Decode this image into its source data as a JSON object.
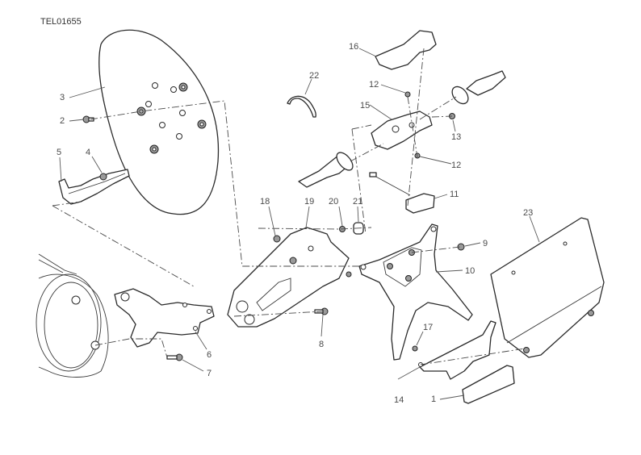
{
  "diagram": {
    "drawing_code": "TEL01655",
    "callouts": [
      {
        "id": "1",
        "part": "reflector"
      },
      {
        "id": "2",
        "part": "screw"
      },
      {
        "id": "3",
        "part": "rear-mudguard-plate"
      },
      {
        "id": "4",
        "part": "screw"
      },
      {
        "id": "5",
        "part": "bracket"
      },
      {
        "id": "6",
        "part": "rear-subframe-bracket"
      },
      {
        "id": "7",
        "part": "screw"
      },
      {
        "id": "8",
        "part": "screw"
      },
      {
        "id": "9",
        "part": "screw"
      },
      {
        "id": "10",
        "part": "license-plate-support"
      },
      {
        "id": "11",
        "part": "light-unit"
      },
      {
        "id": "12",
        "part": "screw"
      },
      {
        "id": "13",
        "part": "nut"
      },
      {
        "id": "14",
        "part": "reflector-bracket"
      },
      {
        "id": "15",
        "part": "turn-indicator-support"
      },
      {
        "id": "16",
        "part": "cover"
      },
      {
        "id": "17",
        "part": "nut"
      },
      {
        "id": "18",
        "part": "nut"
      },
      {
        "id": "19",
        "part": "license-plate-holder-bracket"
      },
      {
        "id": "20",
        "part": "washer"
      },
      {
        "id": "21",
        "part": "rubber-spacer"
      },
      {
        "id": "22",
        "part": "cable-clip"
      },
      {
        "id": "23",
        "part": "license-plate-frame"
      }
    ]
  }
}
